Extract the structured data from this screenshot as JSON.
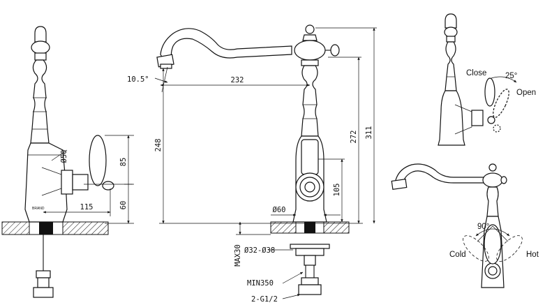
{
  "left_view": {
    "dim_diameter": "Ø50",
    "dim_height_upper": "85",
    "dim_height_lower": "60",
    "dim_reach": "115"
  },
  "center_view": {
    "angle": "10.5°",
    "reach": "232",
    "outlet_height": "248",
    "height_272": "272",
    "height_311": "311",
    "height_105": "105",
    "base_diameter": "Ø60",
    "max_thickness": "MAX30",
    "hole_diameter": "Ø32-Ø38",
    "hose_length": "MIN350",
    "connection": "2-G1/2"
  },
  "side_view": {
    "close_label": "Close",
    "open_label": "Open",
    "angle": "25°"
  },
  "top_view": {
    "angle": "90°",
    "cold_label": "Cold",
    "hot_label": "Hot"
  }
}
